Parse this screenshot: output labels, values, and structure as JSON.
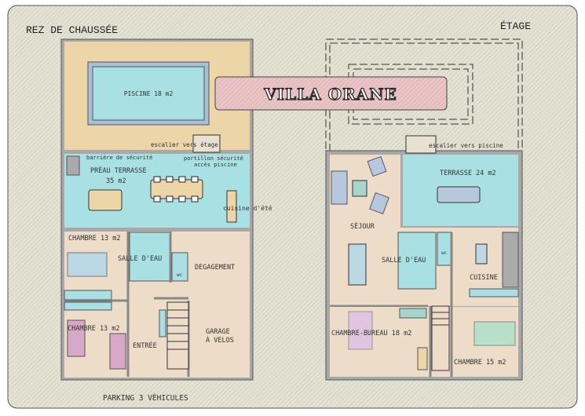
{
  "title": "VILLA ORANE",
  "ground_floor": {
    "heading": "REZ DE CHAUSSÉE",
    "piscine": "PISCINE 18 m2",
    "escalier": "escalier vers étage",
    "barriere": "barrière de sécurité",
    "portillon_1": "portillon sécurité",
    "portillon_2": "accès piscine",
    "preau_1": "PRÉAU TERRASSE",
    "preau_2": "35 m2",
    "cuisine_ete": "cuisine d'été",
    "chambre_1": "CHAMBRE 13 m2",
    "salle_eau": "SALLE D'EAU",
    "wc": "wc",
    "degagement": "DEGAGEMENT",
    "chambre_2": "CHAMBRE 13 m2",
    "entree": "ENTRÉE",
    "garage_1": "GARAGE",
    "garage_2": "À VELOS",
    "parking": "PARKING 3 VÉHICULES"
  },
  "upper_floor": {
    "heading": "ÉTAGE",
    "escalier": "escalier vers piscine",
    "terrasse": "TERRASSE 24 m2",
    "sejour": "SÉJOUR",
    "salle_eau": "SALLE D'EAU",
    "wc": "wc",
    "cuisine": "CUISINE",
    "chambre_bureau": "CHAMBRE-BUREAU 18 m2",
    "chambre": "CHAMBRE 15 m2"
  },
  "colors": {
    "paper": "#e4e2d2",
    "floor": "#ecdcc8",
    "pool_deck": "#ecd6a8",
    "water": "#a8e0e4",
    "title_box": "#ebc4c6",
    "wall": "#9a9a9a"
  }
}
